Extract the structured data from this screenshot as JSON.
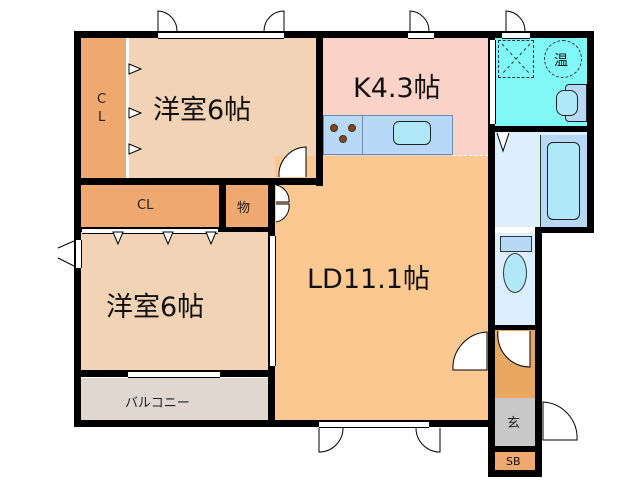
{
  "floorplan": {
    "rooms": {
      "western_room_1": {
        "label": "洋室6帖",
        "color": "#F2D3B5"
      },
      "western_room_2": {
        "label": "洋室6帖",
        "color": "#F2D3B5"
      },
      "kitchen": {
        "label": "K4.3帖",
        "color": "#FBD2C8"
      },
      "living_dining": {
        "label": "LD11.1帖",
        "color": "#FCC892"
      },
      "closet_vertical": {
        "label": "C\nL",
        "label_c": "C",
        "label_l": "L",
        "color": "#EFA870"
      },
      "closet_horizontal": {
        "label": "CL",
        "color": "#EFA870"
      },
      "storage": {
        "label": "物",
        "color": "#EFA870"
      },
      "balcony": {
        "label": "バルコニー",
        "color": "#E0D8D0"
      },
      "washroom": {
        "label": "",
        "color": "#80F8F8"
      },
      "bathroom": {
        "label": "",
        "color": "#DDEEFF"
      },
      "toilet": {
        "label": "",
        "color": "#DDEEFF"
      },
      "hallway": {
        "label": "",
        "color": "#E8A860"
      },
      "entrance": {
        "label": "玄",
        "color": "#C8C8C8"
      },
      "shoe_box": {
        "label": "SB",
        "color": "#EFA870"
      }
    },
    "fixtures": {
      "water_heater": "温",
      "stove_color": "#8B4513",
      "counter_color": "#B8D8F8",
      "sink_color": "#B0E8F8"
    }
  }
}
